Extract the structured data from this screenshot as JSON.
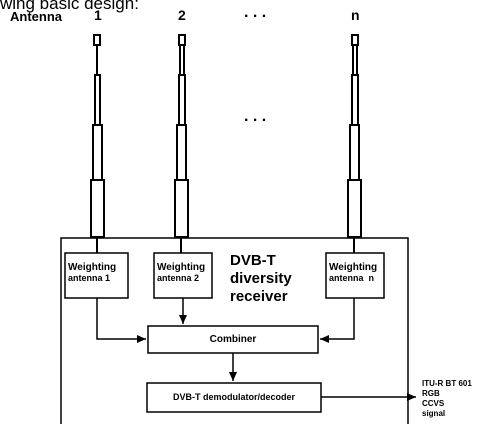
{
  "caption": "wing basic design:",
  "antenna_row": {
    "label": "Antenna",
    "numbers": [
      "1",
      "2",
      "n"
    ],
    "ellipsis_top": ". . .",
    "ellipsis_mid": ". . ."
  },
  "receiver": {
    "title_lines": [
      "DVB-T",
      "diversity",
      "receiver"
    ]
  },
  "blocks": {
    "weighting_1": [
      "Weighting",
      "antenna 1"
    ],
    "weighting_2": [
      "Weighting",
      "antenna 2"
    ],
    "weighting_n": [
      "Weighting",
      "antenna  n"
    ],
    "combiner": "Combiner",
    "demod": "DVB-T demodulator/decoder"
  },
  "output": {
    "lines": [
      "ITU-R BT 601",
      "RGB",
      "CCVS",
      "signal"
    ]
  }
}
